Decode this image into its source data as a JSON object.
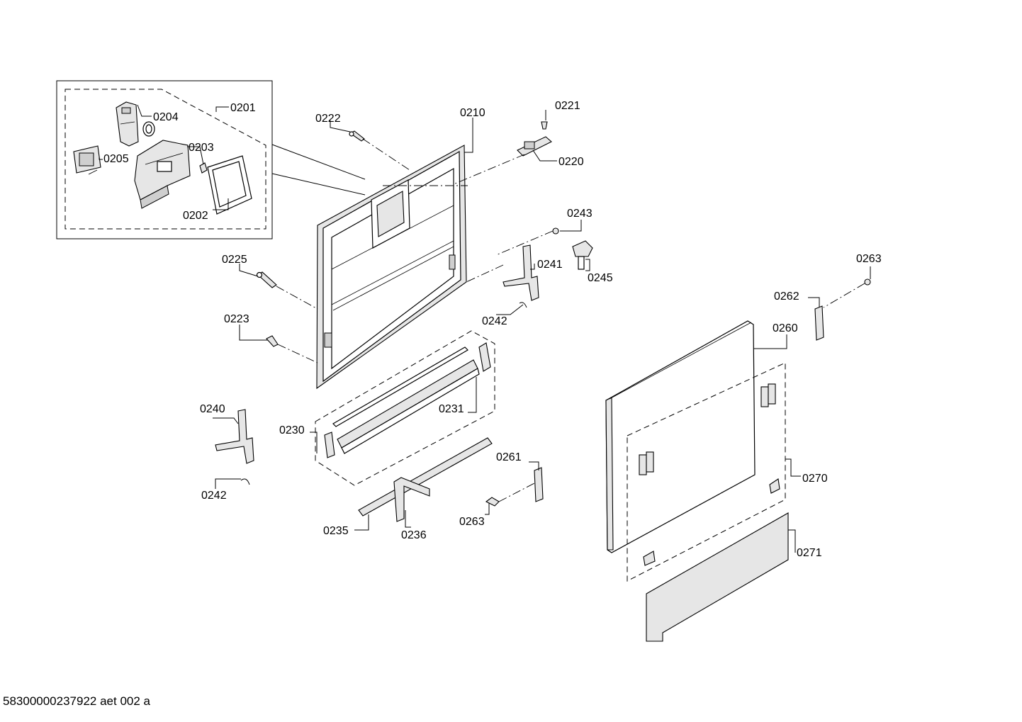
{
  "labels": {
    "p0201": "0201",
    "p0202": "0202",
    "p0203": "0203",
    "p0204": "0204",
    "p0205": "0205",
    "p0210": "0210",
    "p0220": "0220",
    "p0221": "0221",
    "p0222": "0222",
    "p0223": "0223",
    "p0225": "0225",
    "p0230": "0230",
    "p0231": "0231",
    "p0235": "0235",
    "p0236": "0236",
    "p0240": "0240",
    "p0241": "0241",
    "p0242a": "0242",
    "p0242b": "0242",
    "p0243": "0243",
    "p0245": "0245",
    "p0260": "0260",
    "p0261": "0261",
    "p0262": "0262",
    "p0263a": "0263",
    "p0263b": "0263",
    "p0270": "0270",
    "p0271": "0271"
  },
  "footer": {
    "document_code": "58300000237922 aet 002 a"
  }
}
